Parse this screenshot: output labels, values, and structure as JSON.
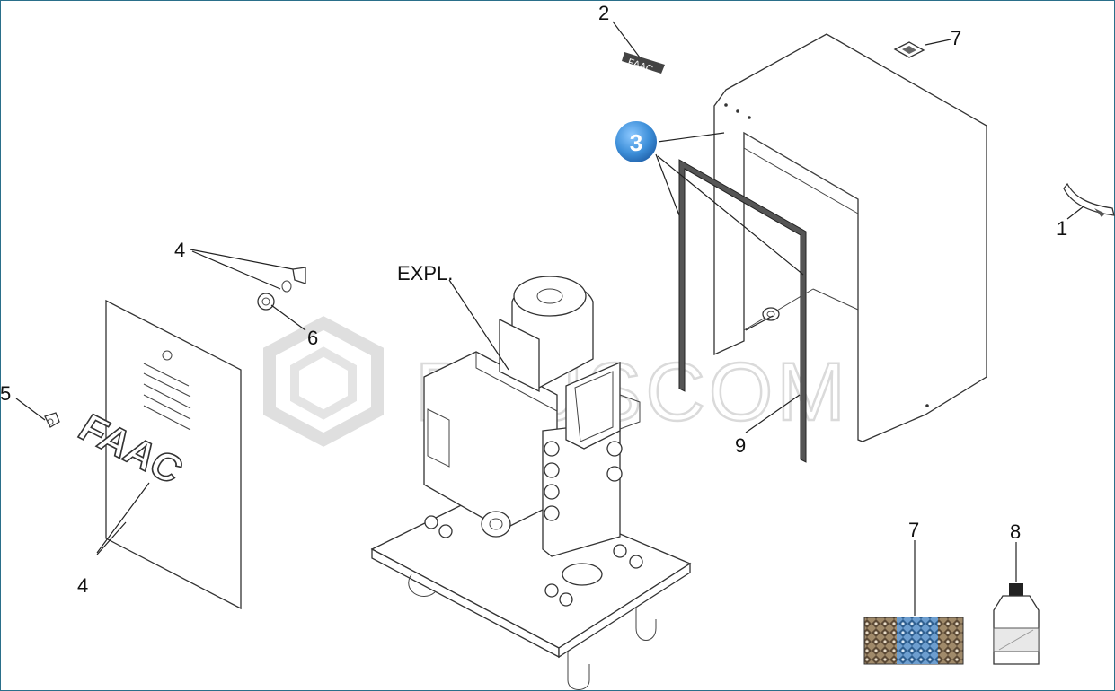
{
  "diagram": {
    "callouts": {
      "c1": "1",
      "c2": "2",
      "c3": "3",
      "c4_top": "4",
      "c4_bottom": "4",
      "c5": "5",
      "c6": "6",
      "c7_top": "7",
      "c7_bottom": "7",
      "c8": "8",
      "c9": "9",
      "expl": "EXPL."
    },
    "brand_text": "FAAC",
    "watermark_text": "PLUSCOM",
    "highlight_color": "#3d8fd9",
    "border_color": "#2a6f8a"
  }
}
